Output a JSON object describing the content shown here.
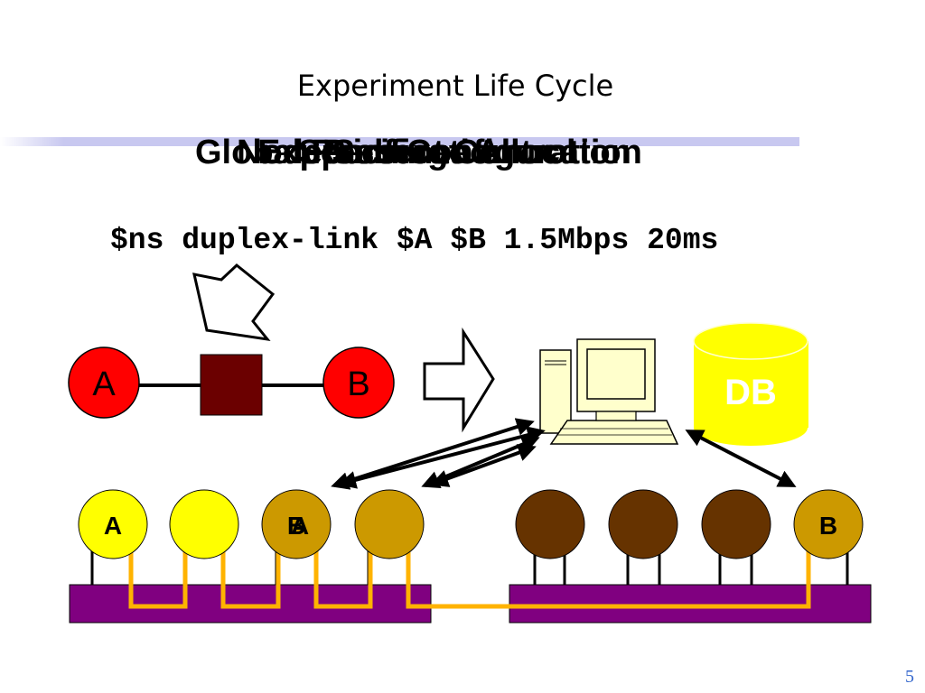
{
  "slide": {
    "title": "Experiment Life Cycle",
    "page_number": "5",
    "overlapping_headings": [
      "Global Resource Allocation",
      "Node Self-Configuration",
      "Experiment Control",
      "Parsing",
      "Specification"
    ]
  },
  "code_line": "$ns duplex-link $A $B 1.5Mbps 20ms",
  "diagram": {
    "node_a_label": "A",
    "node_b_label": "B",
    "db_label": "DB",
    "pc_a_label": "A",
    "pc_b_label": "B",
    "pc_b2_label": "B",
    "pc_a2_label": "A"
  },
  "colors": {
    "topology_node": "#ff0000",
    "link_box": "#6b0000",
    "db": "#ffff00",
    "pc_yellow": "#ffff00",
    "pc_gold": "#cc9900",
    "pc_brown": "#663300",
    "switch": "#800080",
    "cable": "#ffb300",
    "title_rule": "#c8c8f0",
    "page_number": "#3366cc"
  }
}
